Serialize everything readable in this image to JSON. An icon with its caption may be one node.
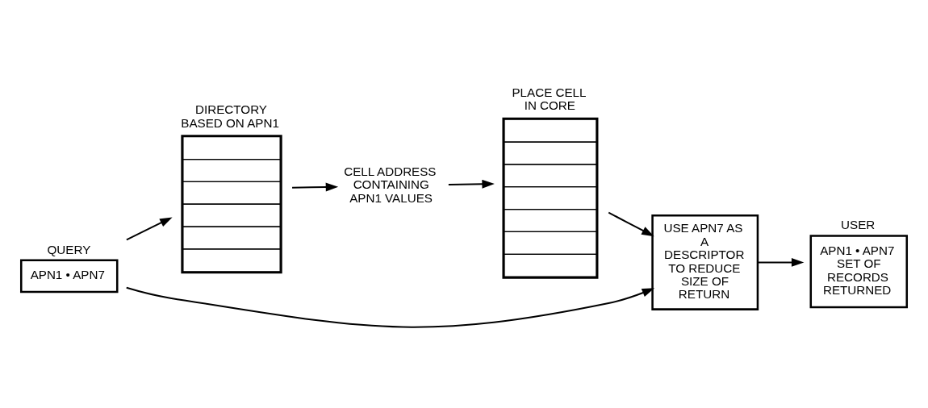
{
  "diagram": {
    "nodes": [
      {
        "text": [
          "QUERY",
          "APN1 • APN7"
        ]
      },
      {
        "text": [
          "DIRECTORY BASED ON APN1"
        ]
      },
      {
        "text": [
          "CELL ADDRESS CONTAINING APN1 VALUES"
        ]
      },
      {
        "text": [
          "PLACE CELL IN CORE"
        ]
      },
      {
        "text": [
          "USE APN7 AS A DESCRIPTOR TO REDUCE SIZE OF RETURN"
        ]
      },
      {
        "text": [
          "USER",
          "APN1 • APN7 SET OF RECORDS RETURNED"
        ]
      }
    ],
    "edges": [
      {
        "from": 0,
        "to": 1,
        "arrow": "to"
      },
      {
        "from": 0,
        "to": 4,
        "arrow": "to"
      },
      {
        "from": 1,
        "to": 2,
        "arrow": "to"
      },
      {
        "from": 2,
        "to": 3,
        "arrow": "to"
      },
      {
        "from": 3,
        "to": 4,
        "arrow": "to"
      },
      {
        "from": 4,
        "to": 5,
        "arrow": "to"
      }
    ]
  }
}
